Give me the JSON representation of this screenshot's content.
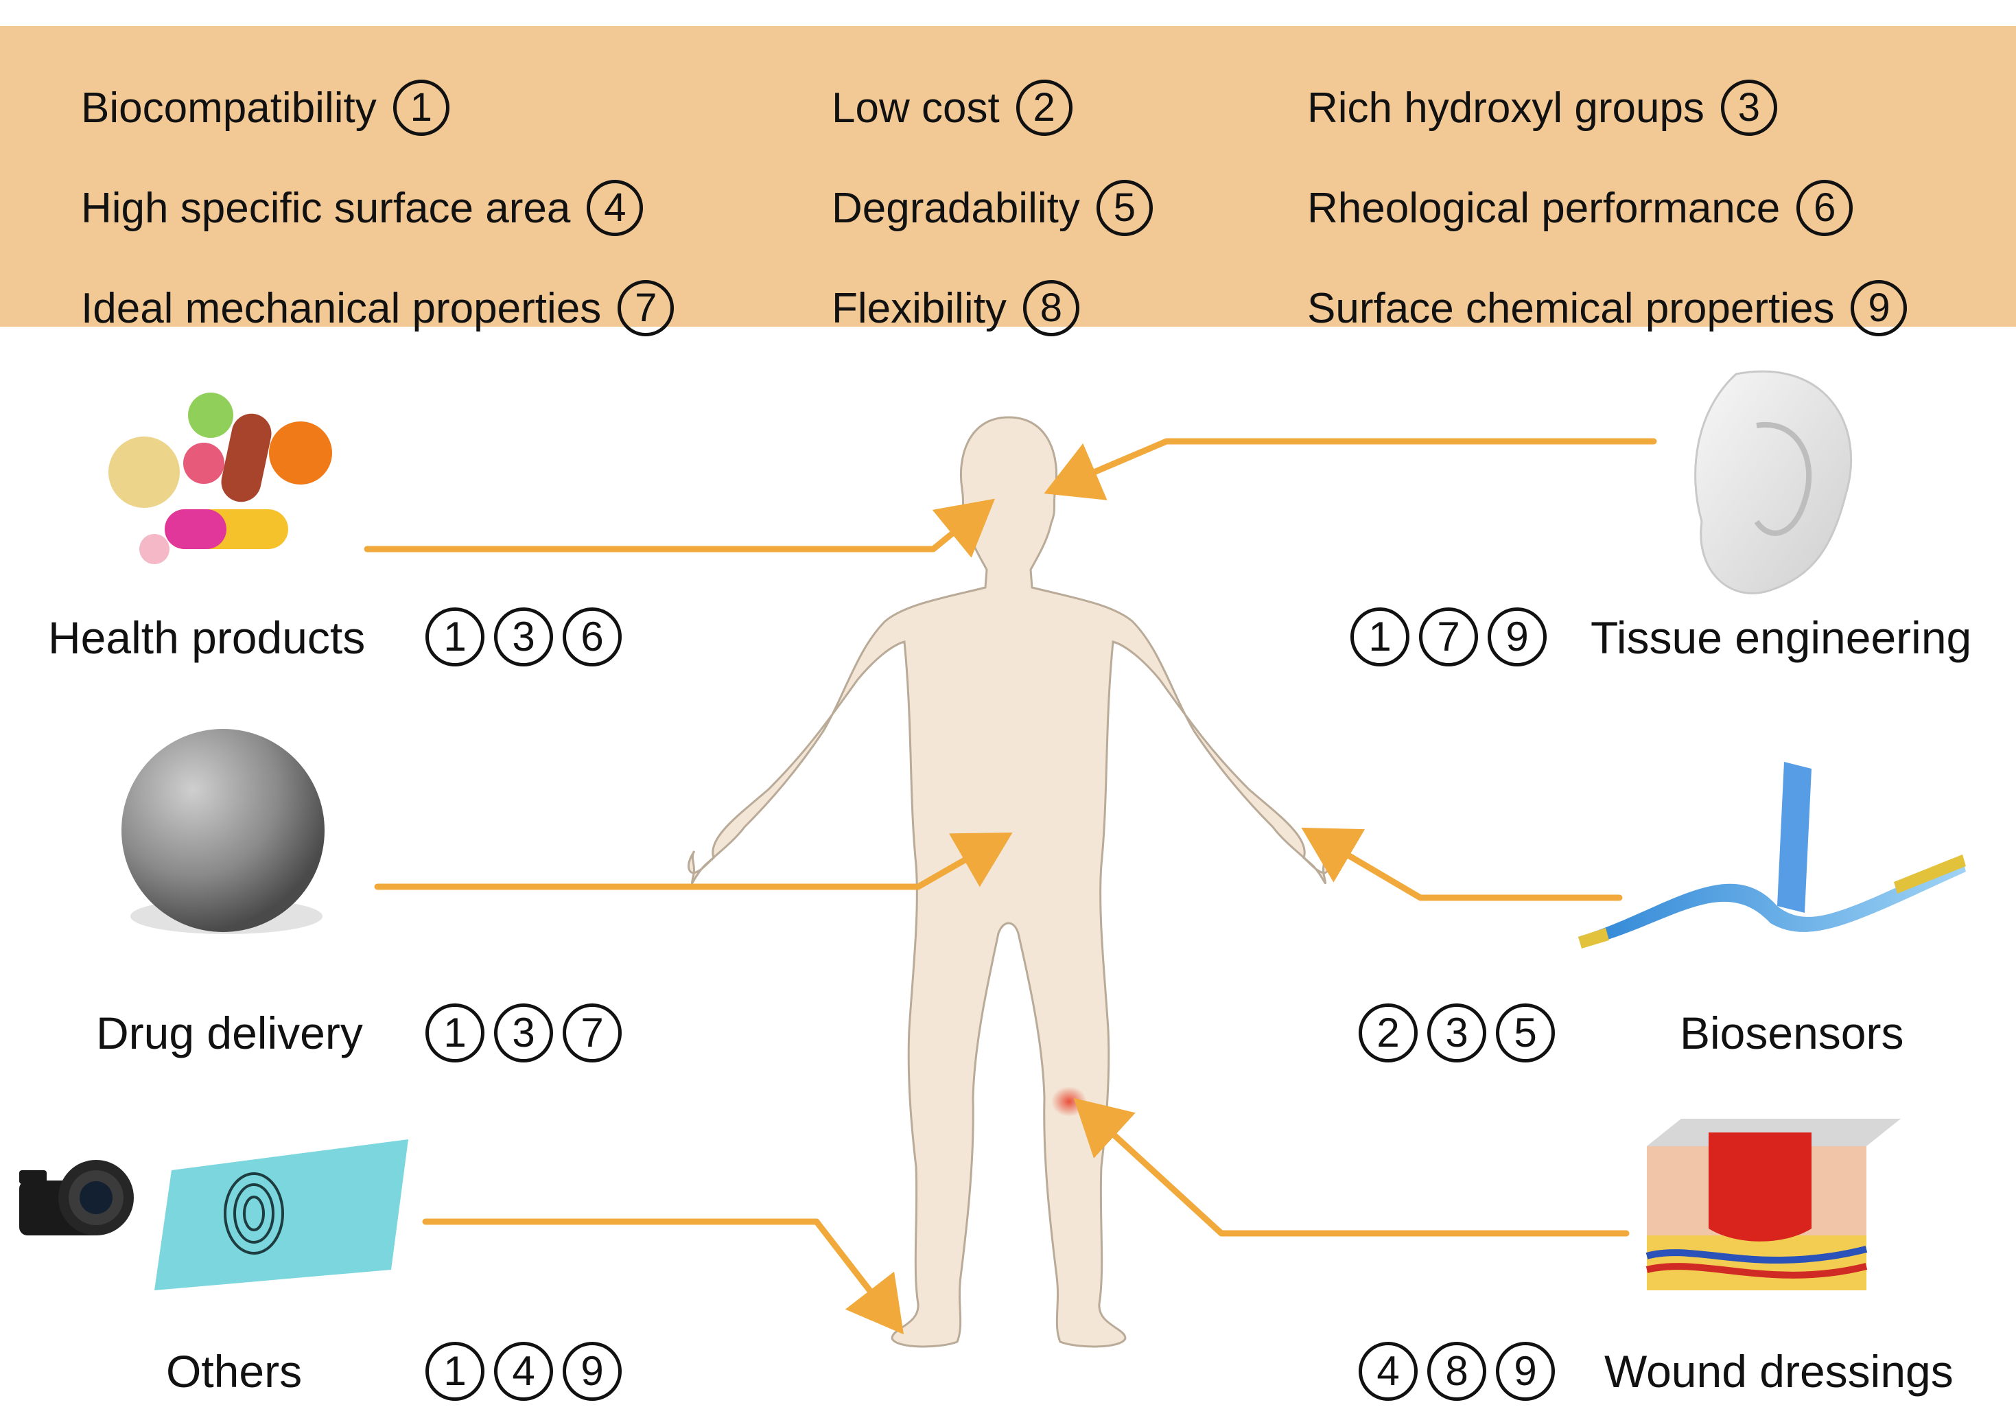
{
  "properties": [
    {
      "label": "Biocompatibility",
      "num": "1"
    },
    {
      "label": "Low cost",
      "num": "2"
    },
    {
      "label": "Rich hydroxyl groups",
      "num": "3"
    },
    {
      "label": "High specific surface area",
      "num": "4"
    },
    {
      "label": "Degradability",
      "num": "5"
    },
    {
      "label": "Rheological performance",
      "num": "6"
    },
    {
      "label": "Ideal mechanical properties",
      "num": "7"
    },
    {
      "label": "Flexibility",
      "num": "8"
    },
    {
      "label": "Surface chemical properties",
      "num": "9"
    }
  ],
  "applications": {
    "health_products": {
      "label": "Health products",
      "nums": [
        "1",
        "3",
        "6"
      ]
    },
    "drug_delivery": {
      "label": "Drug delivery",
      "nums": [
        "1",
        "3",
        "7"
      ]
    },
    "others": {
      "label": "Others",
      "nums": [
        "1",
        "4",
        "9"
      ]
    },
    "tissue_engineering": {
      "label": "Tissue engineering",
      "nums": [
        "1",
        "7",
        "9"
      ]
    },
    "biosensors": {
      "label": "Biosensors",
      "nums": [
        "2",
        "3",
        "5"
      ]
    },
    "wound_dressings": {
      "label": "Wound dressings",
      "nums": [
        "4",
        "8",
        "9"
      ]
    }
  },
  "colors": {
    "banner": "#f2c894",
    "arrow": "#f0a93a",
    "body": "#f3e6d6",
    "body_outline": "#b9ab98"
  }
}
